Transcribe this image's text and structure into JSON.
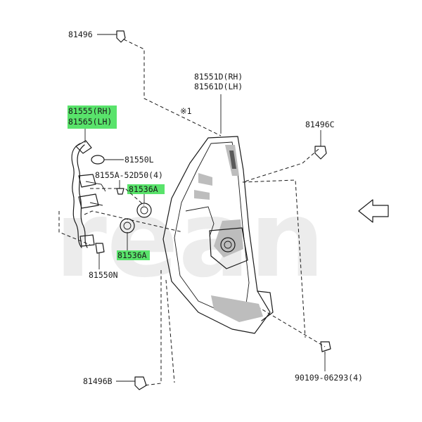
{
  "watermark": "rean",
  "callouts": {
    "c81496": "81496",
    "c81551d": "81551D(RH)",
    "c81561d": "81561D(LH)",
    "note": "※1",
    "c81555": "81555(RH)",
    "c81565": "81565(LH)",
    "c81550l": "81550L",
    "c8155a": "8155A-52D50(4)",
    "c81536a_top": "81536A",
    "c81536a_bottom": "81536A",
    "c81550n": "81550N",
    "c81496c": "81496C",
    "c81496b": "81496B",
    "c90109": "90109-06293(4)"
  },
  "colors": {
    "highlight": "#59e36b",
    "line": "#1a1a1a",
    "watermark": "#ececec"
  },
  "icons": {
    "direction": "arrow-left-icon"
  }
}
